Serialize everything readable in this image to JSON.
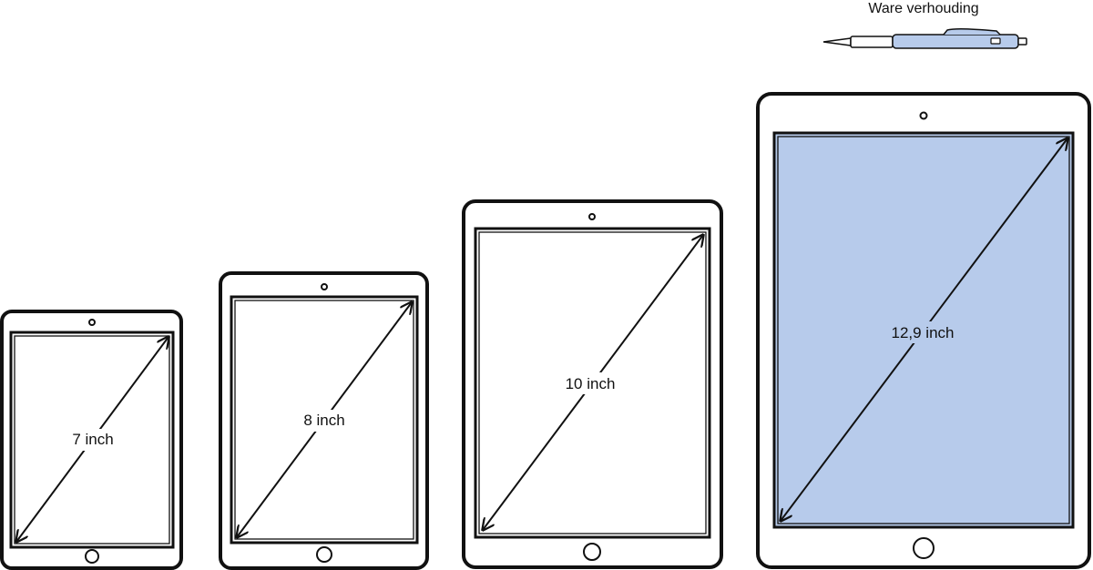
{
  "tablets": [
    {
      "id": "7",
      "label": "7 inch"
    },
    {
      "id": "8",
      "label": "8 inch"
    },
    {
      "id": "10",
      "label": "10 inch"
    },
    {
      "id": "12-9",
      "label": "12,9 inch",
      "screen_color": "#b7cbeb"
    }
  ],
  "pen": {
    "label": "Ware verhouding",
    "body_color": "#b7cbeb"
  },
  "colors": {
    "outline": "#111111",
    "highlight": "#b7cbeb"
  }
}
